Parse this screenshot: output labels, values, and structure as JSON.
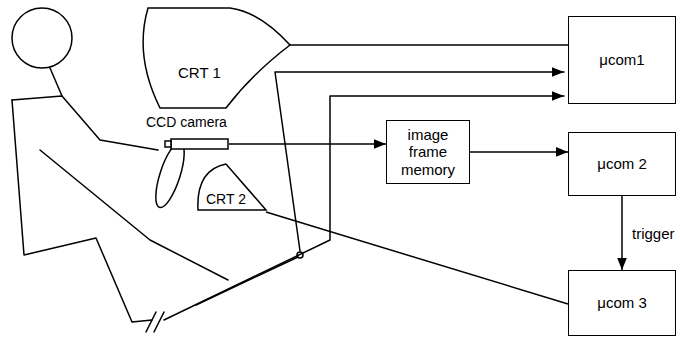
{
  "diagram": {
    "nodes": [
      {
        "text": [
          "CRT 1"
        ]
      },
      {
        "text": [
          "μcom1"
        ]
      },
      {
        "text": [
          "CCD camera"
        ]
      },
      {
        "text": [
          "image frame memory"
        ]
      },
      {
        "text": [
          "μcom 2"
        ]
      },
      {
        "text": [
          "CRT 2"
        ]
      },
      {
        "text": [
          "μcom 3"
        ]
      }
    ],
    "edges": [
      {
        "from": 0,
        "to": 1,
        "arrow": "none"
      },
      {
        "from": 2,
        "to": 3,
        "arrow": "to"
      },
      {
        "from": 3,
        "to": 4,
        "arrow": "to"
      },
      {
        "from": 4,
        "to": 6,
        "label": "trigger",
        "arrow": "to"
      },
      {
        "from": 5,
        "to": 6,
        "arrow": "none"
      }
    ]
  }
}
